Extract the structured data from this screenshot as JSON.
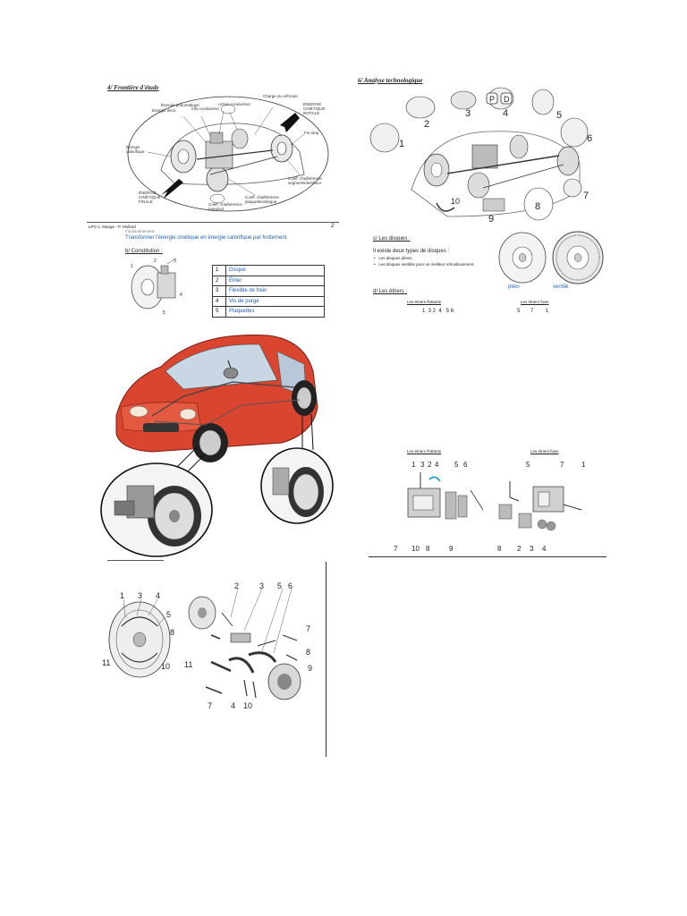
{
  "left_top": {
    "title": "4/ Frontière d'étude",
    "labels": [
      "Action conducteur",
      "Info conducteur",
      "Charge du véhicule",
      "Énergie pneumatique",
      "Énergie élect.",
      "ÉNERGIE CINÉTIQUE INITIALE",
      "Énergie calorifique",
      "Fin-stop",
      "ÉNERGIE CINÉTIQUE FINALE",
      "Coeff. d'adhérence segments/tambour",
      "Coeff. d'adhérence plaquettes/disque",
      "Coeff. d'adhérence pneu/sol"
    ]
  },
  "page_header": {
    "left": "LPO 1. Mange  -  P. Mollard",
    "page_number": "2",
    "hidden_line": "Fonctionnement"
  },
  "function_text": "Transformer l'énergie cinétique en énergie calorifique par frottement.",
  "constitution": {
    "title": "b/ Constitution :",
    "parts": [
      {
        "num": "1",
        "name": "Disque"
      },
      {
        "num": "2",
        "name": "Étrier"
      },
      {
        "num": "3",
        "name": "Flexible de frein"
      },
      {
        "num": "4",
        "name": "Vis de purge"
      },
      {
        "num": "5",
        "name": "Plaquettes"
      }
    ]
  },
  "right_top": {
    "title": "6/ Analyse technologique",
    "numbers": [
      "1",
      "2",
      "3",
      "4",
      "5",
      "6",
      "7",
      "8",
      "9",
      "10"
    ],
    "badge_p": "P",
    "badge_d": "D"
  },
  "disques": {
    "heading": "c/ Les disques :",
    "intro": "Il existe deux types de disques :",
    "items": [
      "Les disques pleins.",
      "Les disques ventilés pour un meilleur refroidissement."
    ],
    "caption_plein": "plein",
    "caption_ventile": "ventilé"
  },
  "etriers": {
    "heading": "d/ Les étriers :",
    "flottants": "Les étriers flottants",
    "fixes": "Les étriers fixes",
    "flottants_numbers": "1  3 2  4   5 6",
    "fixes_numbers": "5       7        1"
  },
  "calipers_diagram": {
    "flottants": "Les étriers flottants",
    "fixes": "Les étriers fixes",
    "float_numbers": [
      "1",
      "3",
      "2",
      "4",
      "5",
      "6",
      "7",
      "10",
      "8",
      "9"
    ],
    "fixed_numbers": [
      "5",
      "7",
      "1",
      "8",
      "2",
      "3",
      "4"
    ]
  },
  "drum_diagram": {
    "numbers": [
      "1",
      "3",
      "4",
      "5",
      "8",
      "10",
      "11",
      "2",
      "3",
      "5",
      "6",
      "7",
      "8",
      "9",
      "11",
      "7",
      "4",
      "10"
    ]
  }
}
